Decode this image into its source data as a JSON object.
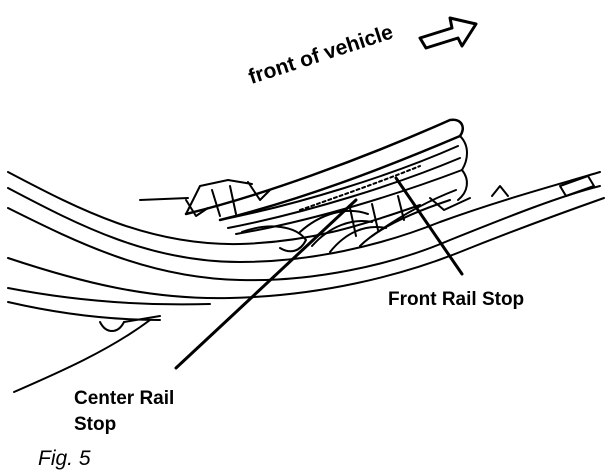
{
  "labels": {
    "front_of_vehicle": "front of vehicle",
    "front_rail_stop": "Front Rail Stop",
    "center_rail_stop_line1": "Center Rail",
    "center_rail_stop_line2": "Stop",
    "figure_caption": "Fig. 5"
  },
  "icons": {
    "direction_arrow": "right-arrow-icon"
  },
  "colors": {
    "line": "#000000",
    "background": "#ffffff"
  }
}
